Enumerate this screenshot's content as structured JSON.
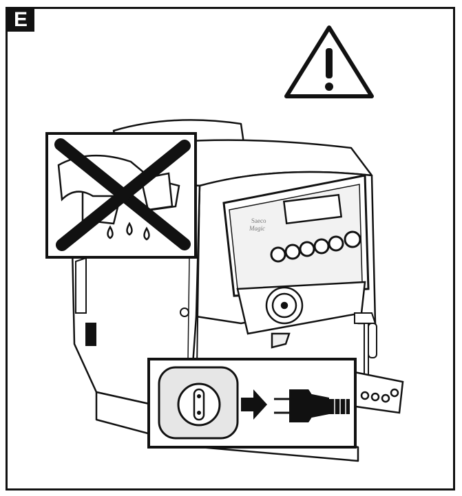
{
  "section_label": "E",
  "machine_brand": "Saeco",
  "machine_model": "Magic",
  "icons": {
    "warning": "warning-triangle-icon",
    "no_water_on_machine": "no-water-pour-icon",
    "unplug": "unplug-power-cord-icon"
  },
  "colors": {
    "line": "#111111",
    "background": "#ffffff",
    "panel": "#e6e6e6"
  }
}
